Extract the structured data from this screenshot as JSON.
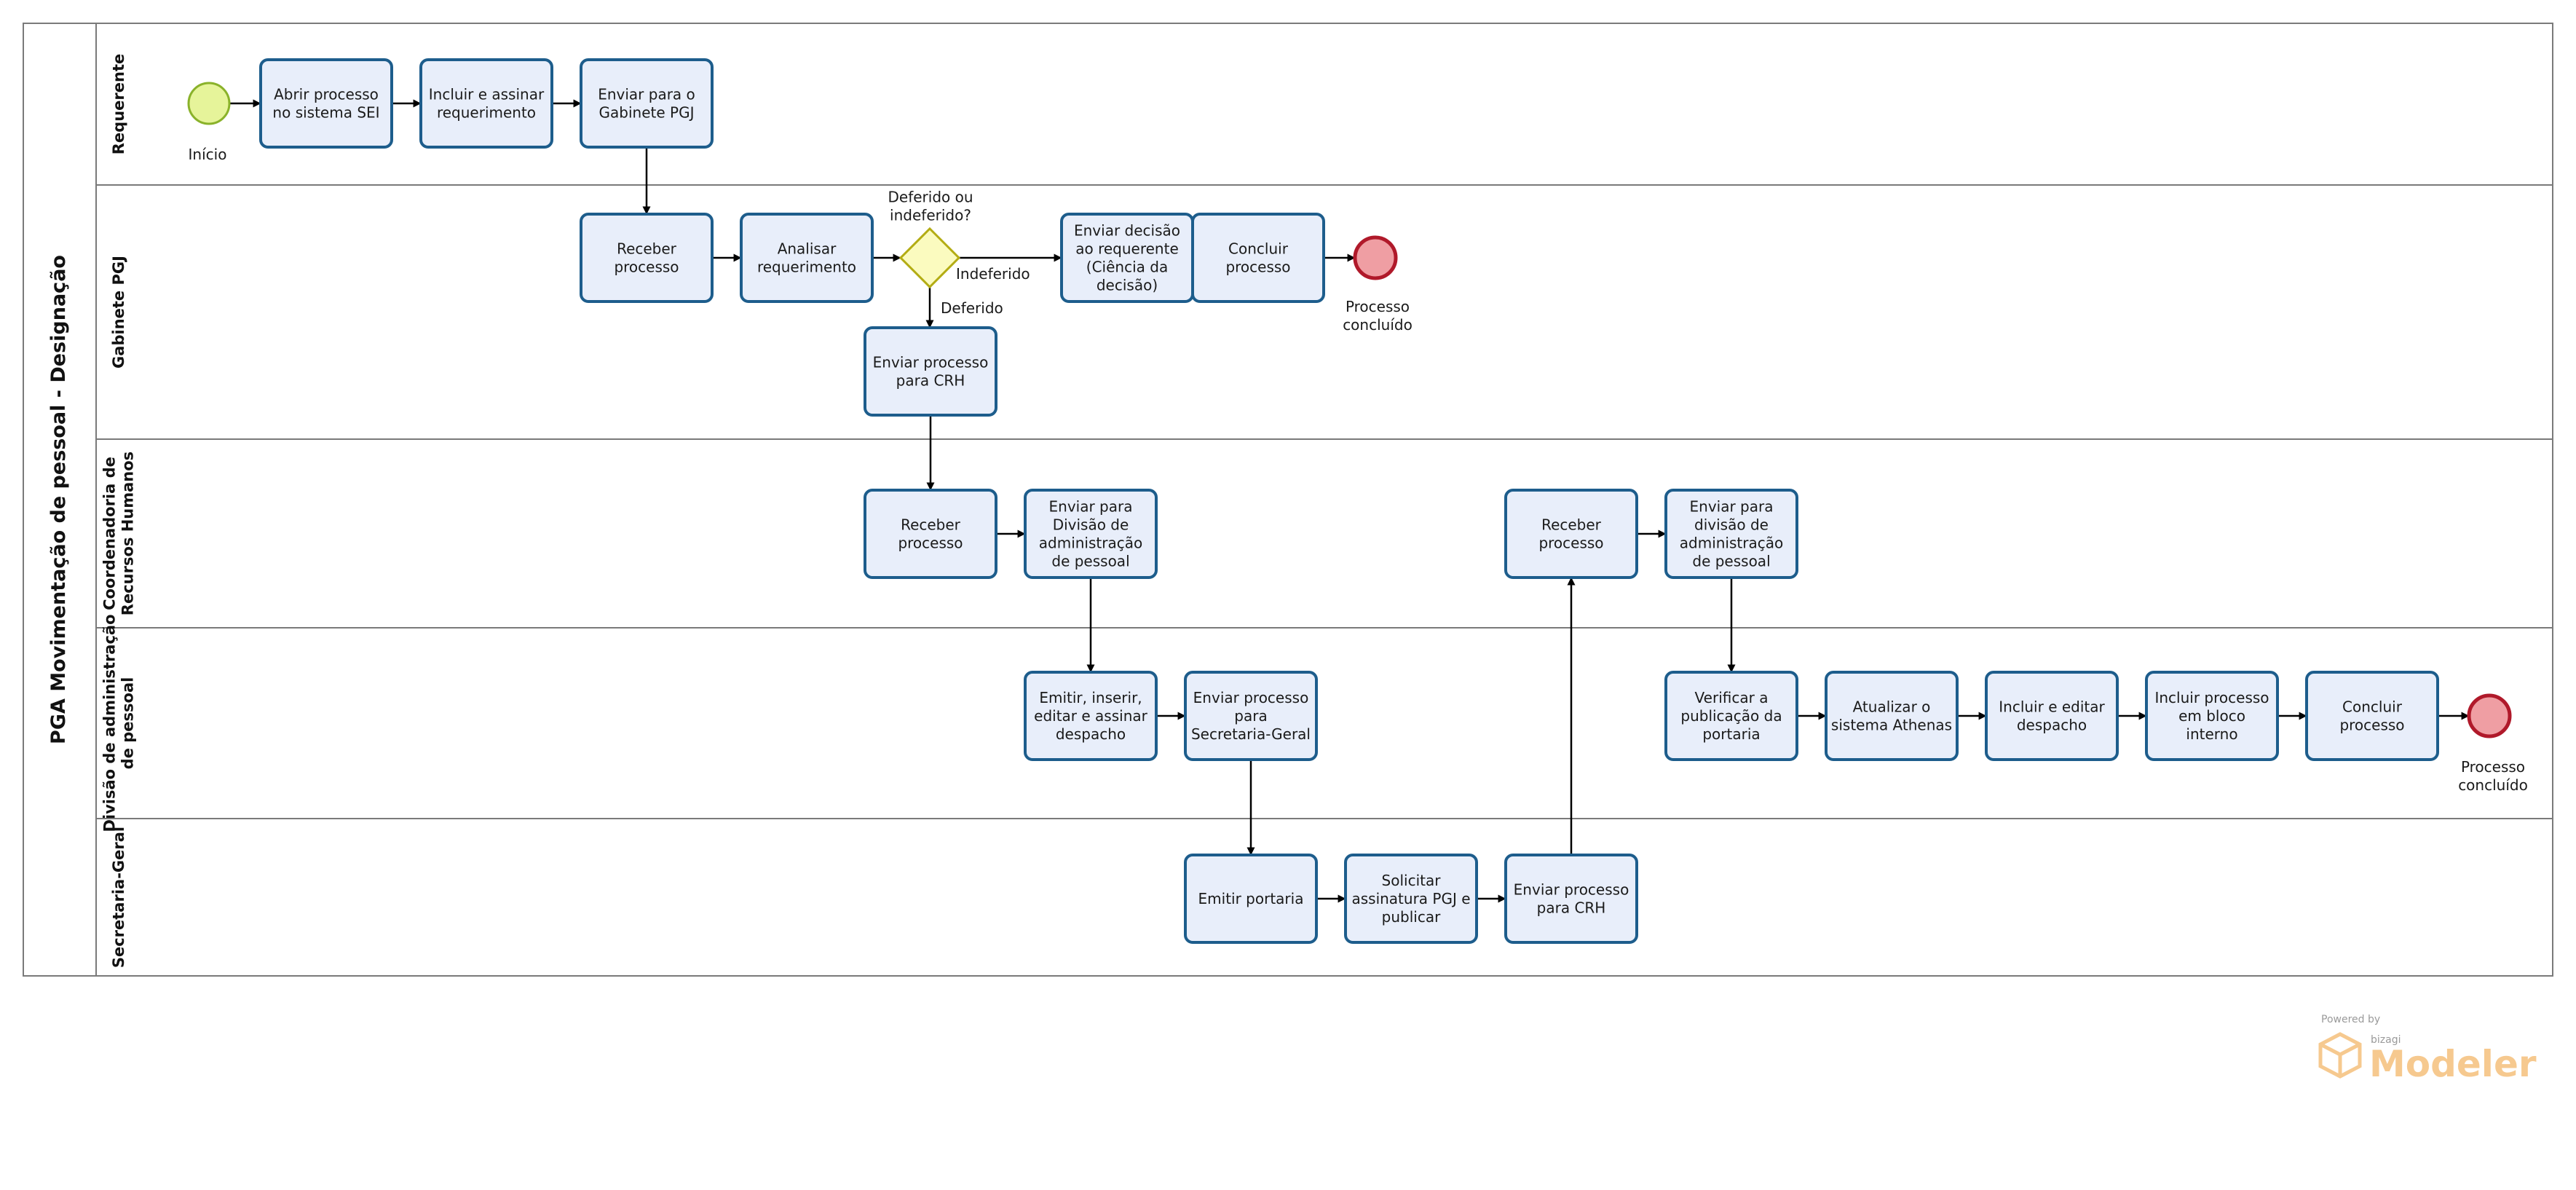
{
  "pool": {
    "title": "PGA Movimentação de pessoal - Designação"
  },
  "lanes": [
    {
      "id": "requerente",
      "label": [
        "Requerente"
      ]
    },
    {
      "id": "gabinete",
      "label": [
        "Gabinete PGJ"
      ]
    },
    {
      "id": "crh",
      "label": [
        "Coordenadoria de",
        "Recursos Humanos"
      ]
    },
    {
      "id": "dap",
      "label": [
        "Divisão de administração",
        "de pessoal"
      ]
    },
    {
      "id": "sg",
      "label": [
        "Secretaria-Geral"
      ]
    }
  ],
  "events": [
    {
      "id": "start",
      "type": "start",
      "label": [
        "Início"
      ]
    },
    {
      "id": "end1",
      "type": "end",
      "label": [
        "Processo",
        "concluído"
      ]
    },
    {
      "id": "end2",
      "type": "end",
      "label": [
        "Processo",
        "concluído"
      ]
    }
  ],
  "gateway": {
    "id": "g1",
    "label": [
      "Deferido ou",
      "indeferido?"
    ],
    "yes_label": "Deferido",
    "no_label": "Indeferido"
  },
  "tasks": [
    {
      "id": "t1",
      "label": [
        "Abrir processo",
        "no sistema SEI"
      ]
    },
    {
      "id": "t2",
      "label": [
        "Incluir e assinar",
        "requerimento"
      ]
    },
    {
      "id": "t3",
      "label": [
        "Enviar para o",
        "Gabinete PGJ"
      ]
    },
    {
      "id": "t4",
      "label": [
        "Receber",
        "processo"
      ]
    },
    {
      "id": "t5",
      "label": [
        "Analisar",
        "requerimento"
      ]
    },
    {
      "id": "t6",
      "label": [
        "Enviar decisão",
        "ao requerente",
        "(Ciência da",
        "decisão)"
      ]
    },
    {
      "id": "t7",
      "label": [
        "Concluir",
        "processo"
      ]
    },
    {
      "id": "t8",
      "label": [
        "Enviar processo",
        "para CRH"
      ]
    },
    {
      "id": "t9",
      "label": [
        "Receber",
        "processo"
      ]
    },
    {
      "id": "t10",
      "label": [
        "Enviar para",
        "Divisão de",
        "administração",
        "de pessoal"
      ]
    },
    {
      "id": "t11",
      "label": [
        "Receber",
        "processo"
      ]
    },
    {
      "id": "t12",
      "label": [
        "Enviar para",
        "divisão de",
        "administração",
        "de pessoal"
      ]
    },
    {
      "id": "t13",
      "label": [
        "Emitir, inserir,",
        "editar e assinar",
        "despacho"
      ]
    },
    {
      "id": "t14",
      "label": [
        "Enviar processo",
        "para",
        "Secretaria-Geral"
      ]
    },
    {
      "id": "t15",
      "label": [
        "Verificar a",
        "publicação da",
        "portaria"
      ]
    },
    {
      "id": "t16",
      "label": [
        "Atualizar o",
        "sistema Athenas"
      ]
    },
    {
      "id": "t17",
      "label": [
        "Incluir e editar",
        "despacho"
      ]
    },
    {
      "id": "t18",
      "label": [
        "Incluir processo",
        "em bloco",
        "interno"
      ]
    },
    {
      "id": "t19",
      "label": [
        "Concluir",
        "processo"
      ]
    },
    {
      "id": "t20",
      "label": [
        "Emitir portaria"
      ]
    },
    {
      "id": "t21",
      "label": [
        "Solicitar",
        "assinatura PGJ e",
        "publicar"
      ]
    },
    {
      "id": "t22",
      "label": [
        "Enviar processo",
        "para CRH"
      ]
    }
  ],
  "flows": [
    [
      "start",
      "t1"
    ],
    [
      "t1",
      "t2"
    ],
    [
      "t2",
      "t3"
    ],
    [
      "t3",
      "t4"
    ],
    [
      "t4",
      "t5"
    ],
    [
      "t5",
      "g1"
    ],
    [
      "g1",
      "t6"
    ],
    [
      "t6",
      "t7"
    ],
    [
      "t7",
      "end1"
    ],
    [
      "g1",
      "t8"
    ],
    [
      "t8",
      "t9"
    ],
    [
      "t9",
      "t10"
    ],
    [
      "t10",
      "t13"
    ],
    [
      "t13",
      "t14"
    ],
    [
      "t14",
      "t20"
    ],
    [
      "t20",
      "t21"
    ],
    [
      "t21",
      "t22"
    ],
    [
      "t22",
      "t11"
    ],
    [
      "t11",
      "t12"
    ],
    [
      "t12",
      "t15"
    ],
    [
      "t15",
      "t16"
    ],
    [
      "t16",
      "t17"
    ],
    [
      "t17",
      "t18"
    ],
    [
      "t18",
      "t19"
    ],
    [
      "t19",
      "end2"
    ]
  ],
  "watermark": {
    "powered": "Powered by",
    "brand": "bizagi",
    "product": "Modeler"
  },
  "colors": {
    "task_fill": "#e8eefa",
    "task_stroke": "#1d5d8c",
    "start_fill": "#e6f49a",
    "start_stroke": "#8ab22a",
    "end_fill": "#ef9ea3",
    "end_stroke": "#b0192a",
    "gateway_fill": "#fbfbbf",
    "gateway_stroke": "#b3ac13",
    "lane_stroke": "#7a7a7a",
    "flow": "#000000"
  }
}
